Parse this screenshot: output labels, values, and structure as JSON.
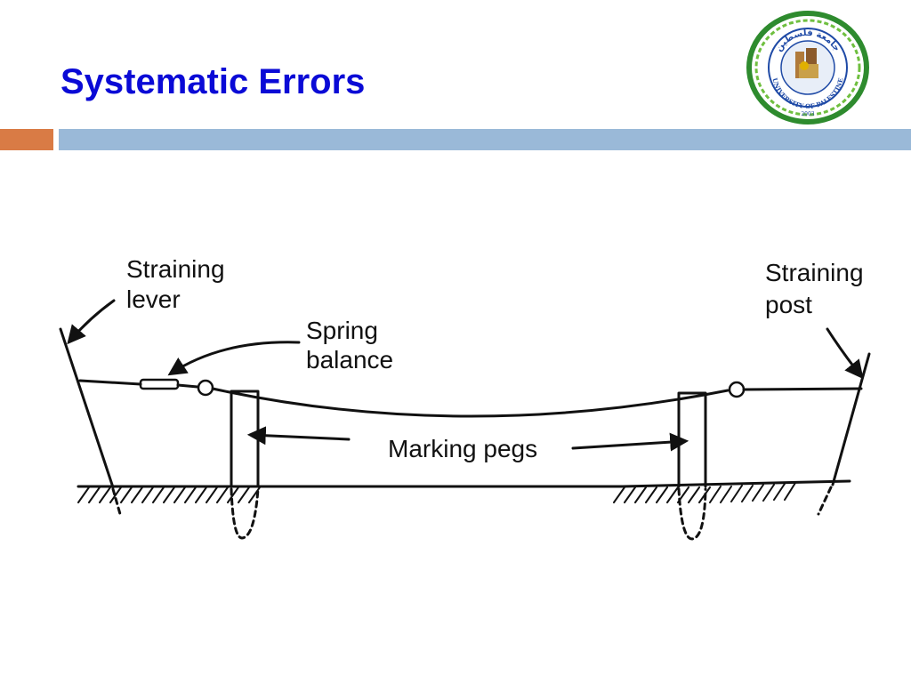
{
  "title": "Systematic Errors",
  "colors": {
    "title": "#0a0ad6",
    "accent_bar": "#d97b45",
    "main_bar": "#9ab9d8",
    "logo_green": "#2e8b2e",
    "logo_blue": "#1f4aa6"
  },
  "logo": {
    "text_top": "جامعة فلسطين",
    "text_bottom": "UNIVERSITY OF PALESTINE",
    "year": "2003"
  },
  "diagram": {
    "labels": {
      "straining_lever_1": "Straining",
      "straining_lever_2": "lever",
      "spring_balance_1": "Spring",
      "spring_balance_2": "balance",
      "marking_pegs": "Marking pegs",
      "straining_post_1": "Straining",
      "straining_post_2": "post"
    }
  }
}
